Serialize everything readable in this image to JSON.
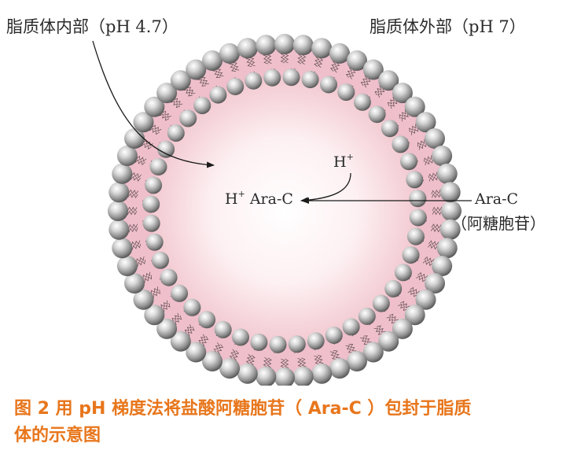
{
  "labels": {
    "inside": "脂质体内部（pH 4.7）",
    "outside": "脂质体外部（pH 7）",
    "proton": "H",
    "proton_sup": "+",
    "protonated_prefix": "H",
    "protonated_sup": "+",
    "protonated_drug": " Ara-C",
    "drug_name": "Ara-C",
    "drug_chinese": "（阿糖胞苷）"
  },
  "caption": {
    "line1": "图 2  用 pH 梯度法将盐酸阿糖胞苷（ Ara-C ）包封于脂质",
    "line2": "体的示意图"
  },
  "colors": {
    "caption": "#e8761c",
    "core_center": "#ffffff",
    "core_edge": "#f2c9d1",
    "membrane": "#efbfcb",
    "lipid_head": "#9a9a9a",
    "arrow": "#1a1a1a"
  },
  "icons": {
    "lipid_head": "grey-sphere",
    "lipid_tail": "wavy-line"
  }
}
